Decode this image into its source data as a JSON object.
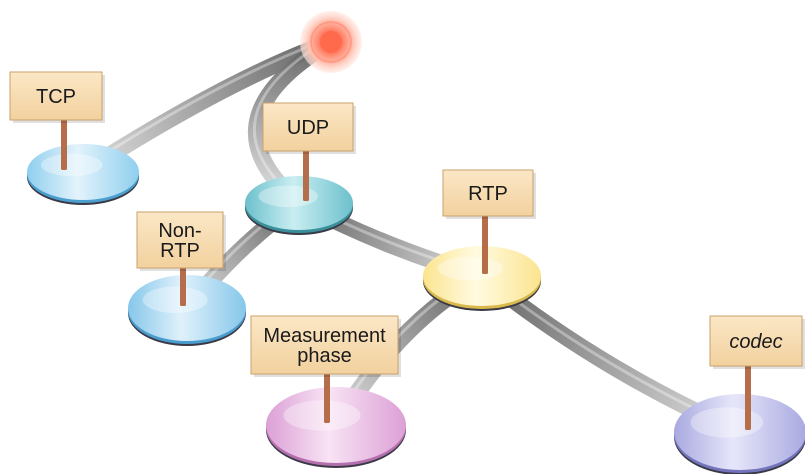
{
  "diagram": {
    "root_node": {
      "color": "#ff6a4d"
    },
    "nodes": [
      {
        "id": "tcp",
        "label_lines": [
          "TCP"
        ],
        "italic": false,
        "colors": {
          "light": "#e3f3fc",
          "mid": "#8fcfee",
          "dark": "#4a9fcf"
        }
      },
      {
        "id": "udp",
        "label_lines": [
          "UDP"
        ],
        "italic": false,
        "colors": {
          "light": "#c9eef2",
          "mid": "#6cc0cc",
          "dark": "#3b8f9b"
        }
      },
      {
        "id": "non-rtp",
        "label_lines": [
          "Non-",
          "RTP"
        ],
        "italic": false,
        "colors": {
          "light": "#dff1fb",
          "mid": "#86c7ea",
          "dark": "#4a9cce"
        }
      },
      {
        "id": "rtp",
        "label_lines": [
          "RTP"
        ],
        "italic": false,
        "colors": {
          "light": "#fffbe1",
          "mid": "#fbe48f",
          "dark": "#d9b94c"
        }
      },
      {
        "id": "measurement-phase",
        "label_lines": [
          "Measurement",
          "phase"
        ],
        "italic": false,
        "colors": {
          "light": "#f8e3f4",
          "mid": "#dca0d6",
          "dark": "#b46fae"
        }
      },
      {
        "id": "codec",
        "label_lines": [
          "codec"
        ],
        "italic": true,
        "colors": {
          "light": "#e6e6fa",
          "mid": "#a9a9e1",
          "dark": "#7474bd"
        }
      }
    ],
    "edges": [
      {
        "from": "root",
        "to": "tcp"
      },
      {
        "from": "root",
        "to": "udp"
      },
      {
        "from": "udp",
        "to": "non-rtp"
      },
      {
        "from": "udp",
        "to": "rtp"
      },
      {
        "from": "rtp",
        "to": "measurement-phase"
      },
      {
        "from": "rtp",
        "to": "codec"
      }
    ],
    "sign_colors": {
      "fill": "#f8dfb3",
      "stroke": "#c9a16a",
      "post": "#b56d4a"
    },
    "edge_colors": {
      "dark": "#5c5c5c",
      "light": "#dcdcdc"
    }
  }
}
